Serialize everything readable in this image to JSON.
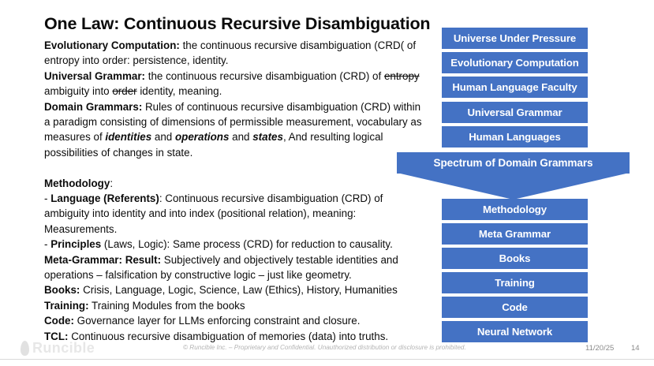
{
  "slide": {
    "title": "One Law: Continuous Recursive Disambiguation",
    "accent_color": "#4472C4",
    "box_text_color": "#ffffff",
    "background_color": "#ffffff"
  },
  "body": {
    "blocks": [
      {
        "id": "evolutionary-computation",
        "lead": "Evolutionary Computation:",
        "text": " the continuous recursive disambiguation (CRD( of entropy into order: persistence, identity."
      },
      {
        "id": "universal-grammar",
        "lead": "Universal Grammar:",
        "text_a": " the continuous recursive disambiguation (CRD) of ",
        "strike_a": "entropy",
        "text_b": " ambiguity into ",
        "strike_b": "order",
        "text_c": " identity, meaning."
      },
      {
        "id": "domain-grammars",
        "lead": "Domain Grammars:",
        "text_a": " Rules of continuous recursive disambiguation (CRD) within a paradigm consisting of dimensions of permissible measurement, vocabulary as measures of ",
        "em_a": "identities",
        "text_b": " and ",
        "em_b": "operations",
        "text_c": " and ",
        "em_c": "states",
        "text_d": ", And resulting logical possibilities of changes in state."
      },
      {
        "id": "methodology-heading",
        "lead": "Methodology",
        "text": ":"
      },
      {
        "id": "language-referents",
        "prefix": " - ",
        "lead": "Language (Referents)",
        "text": ": Continuous recursive disambiguation (CRD) of ambiguity into identity and into index (positional relation), meaning: Measurements."
      },
      {
        "id": "principles",
        "prefix": " - ",
        "lead": "Principles",
        "text": " (Laws, Logic): Same process (CRD) for reduction to causality."
      },
      {
        "id": "meta-grammar",
        "lead": "Meta-Grammar: Result:",
        "text": " Subjectively and objectively testable identities and operations – falsification by constructive logic – just like geometry."
      },
      {
        "id": "books",
        "lead": "Books:",
        "text": " Crisis, Language, Logic, Science, Law (Ethics), History, Humanities"
      },
      {
        "id": "training",
        "lead": "Training:",
        "text": " Training Modules from the books"
      },
      {
        "id": "code",
        "lead": "Code:",
        "text": " Governance layer for LLMs enforcing constraint and closure."
      },
      {
        "id": "tcl",
        "lead": "TCL:",
        "text": " Continuous recursive disambiguation of memories (data) into truths."
      }
    ]
  },
  "diagram": {
    "top_chain": [
      {
        "label": "Universe Under Pressure"
      },
      {
        "label": "Evolutionary Computation"
      },
      {
        "label": "Human Language Faculty"
      },
      {
        "label": "Universal Grammar"
      },
      {
        "label": "Human Languages"
      }
    ],
    "connector": {
      "label": "Spectrum of Domain Grammars",
      "shape": "down-arrow-banner"
    },
    "bottom_chain": [
      {
        "label": "Methodology"
      },
      {
        "label": "Meta Grammar"
      },
      {
        "label": "Books"
      },
      {
        "label": "Training"
      },
      {
        "label": "Code"
      },
      {
        "label": "Neural Network"
      }
    ]
  },
  "footer": {
    "logo_text": "Runcible",
    "copyright": "© Runcible Inc. – Proprietary and Confidential. Unauthorized distribution or disclosure is prohibited.",
    "date": "11/20/25",
    "page_number": "14"
  }
}
